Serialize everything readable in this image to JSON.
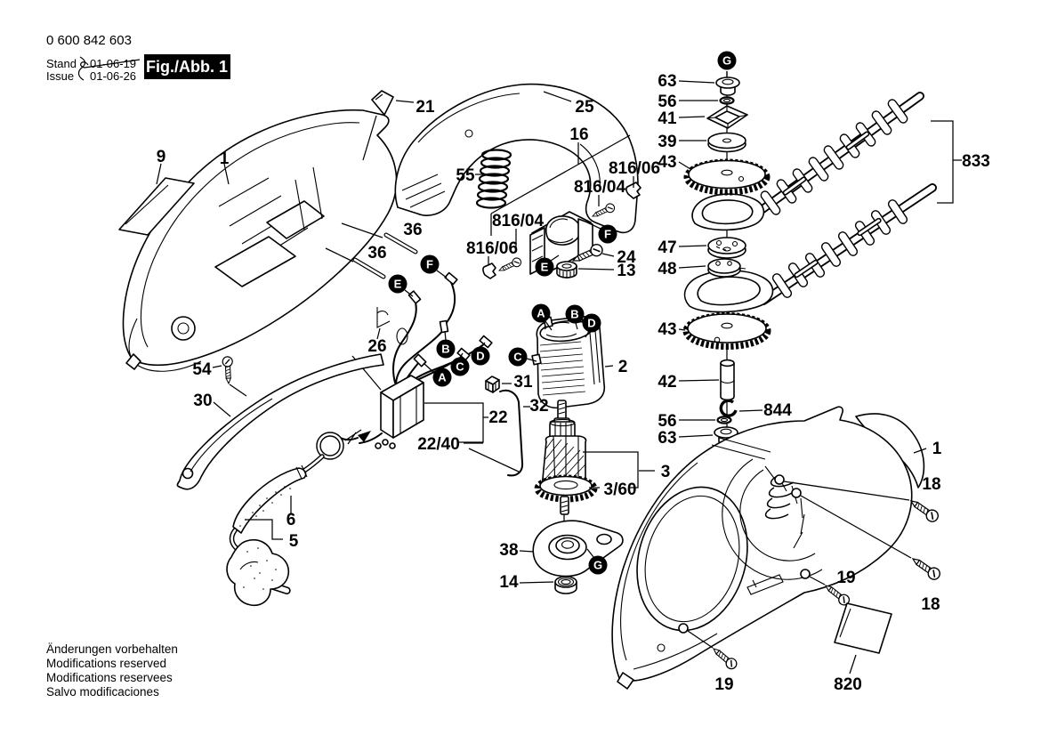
{
  "document": {
    "order_number": "0 600 842 603",
    "stand_label": "Stand",
    "issue_label": "Issue",
    "superseded_date": "01-06-19",
    "issue_date": "01-06-26",
    "figure_label": "Fig./Abb. 1",
    "footer_lines": [
      "Änderungen vorbehalten",
      "Modifications reserved",
      "Modifications reservees",
      "Salvo modificaciones"
    ]
  },
  "colors": {
    "ink": "#000000",
    "paper": "#ffffff"
  },
  "callouts": {
    "housing_left": "1",
    "housing_right": "1",
    "stator": "2",
    "armature": "3",
    "fan": "3/60",
    "plug": "5",
    "cord_sleeve": "6",
    "label_plate": "9",
    "nut": "13",
    "bearing_14": "14",
    "bracket_16": "16",
    "screw_18_a": "18",
    "screw_18_b": "18",
    "screw_19_a": "19",
    "screw_19_b": "19",
    "plate_21": "21",
    "switch": "22",
    "switch_sub": "22/40",
    "screw_24": "24",
    "clip_26": "26",
    "guard_30": "30",
    "connector_31": "31",
    "wire_32": "32",
    "rod_36_a": "36",
    "rod_36_b": "36",
    "plate_38": "38",
    "disc_39": "39",
    "washer_41": "41",
    "pin_42": "42",
    "gear_43_a": "43",
    "gear_43_b": "43",
    "disc_47": "47",
    "disc_48": "48",
    "screw_54": "54",
    "spring_55": "55",
    "ring_56_a": "56",
    "ring_56_b": "56",
    "bearing_63_a": "63",
    "bearing_63_b": "63",
    "brush_816_04_a": "816/04",
    "brush_816_04_b": "816/04",
    "clip_816_06_a": "816/06",
    "clip_816_06_b": "816/06",
    "label_820": "820",
    "blade_set_833": "833",
    "eclip_844": "844",
    "handle_25": "25"
  },
  "terminals": {
    "a": "A",
    "b": "B",
    "c": "C",
    "d": "D",
    "e": "E",
    "f": "F",
    "g": "G"
  }
}
